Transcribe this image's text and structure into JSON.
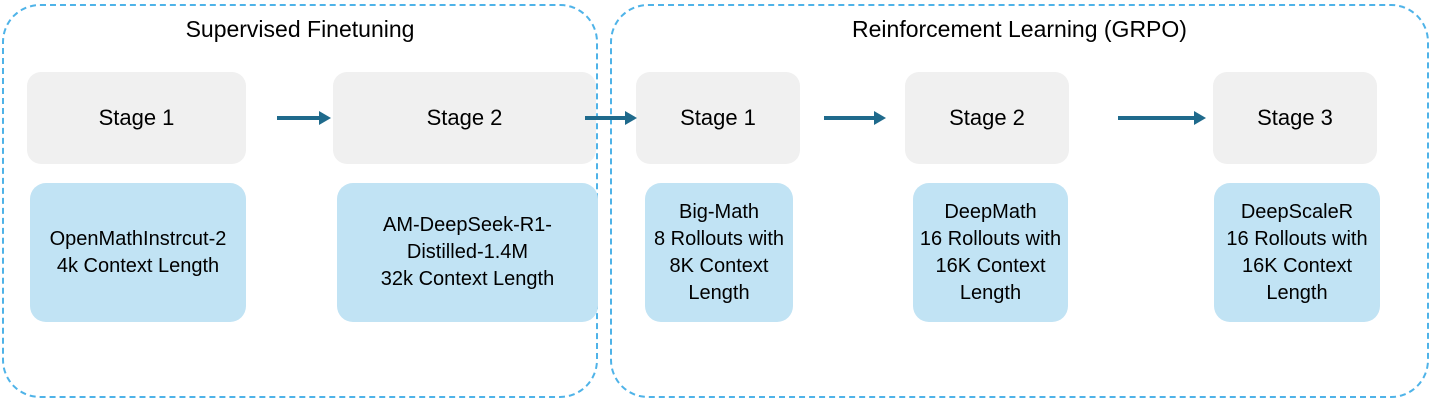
{
  "figure": {
    "title": "",
    "accent_blue": "#4FB3E8",
    "arrow_color": "#1F6A8C",
    "stage_box_color": "#F0F0F0",
    "data_box_color": "#C1E3F4"
  },
  "sections": [
    {
      "id": "supervised-finetuning",
      "title": "Supervised Finetuning",
      "stages": [
        {
          "stage_label": "Stage 1",
          "dataset_text": "OpenMathInstrcut-2\n4k Context Length"
        },
        {
          "stage_label": "Stage 2",
          "dataset_text": "AM-DeepSeek-R1-\nDistilled-1.4M\n32k Context Length"
        }
      ]
    },
    {
      "id": "reinforcement-learning",
      "title": "Reinforcement Learning (GRPO)",
      "stages": [
        {
          "stage_label": "Stage 1",
          "dataset_text": "Big-Math\n8 Rollouts with\n8K Context\nLength"
        },
        {
          "stage_label": "Stage 2",
          "dataset_text": "DeepMath\n16 Rollouts with\n16K Context\nLength"
        },
        {
          "stage_label": "Stage 3",
          "dataset_text": "DeepScaleR\n16 Rollouts with\n16K Context\nLength"
        }
      ]
    }
  ],
  "arrows": [
    {
      "name": "arrow-sft-stage1-to-stage2",
      "from": "sft-stage-1",
      "to": "sft-stage-2"
    },
    {
      "name": "arrow-sft-to-rl",
      "from": "sft-stage-2",
      "to": "rl-stage-1"
    },
    {
      "name": "arrow-rl-stage1-to-stage2",
      "from": "rl-stage-1",
      "to": "rl-stage-2"
    },
    {
      "name": "arrow-rl-stage2-to-stage3",
      "from": "rl-stage-2",
      "to": "rl-stage-3"
    }
  ]
}
